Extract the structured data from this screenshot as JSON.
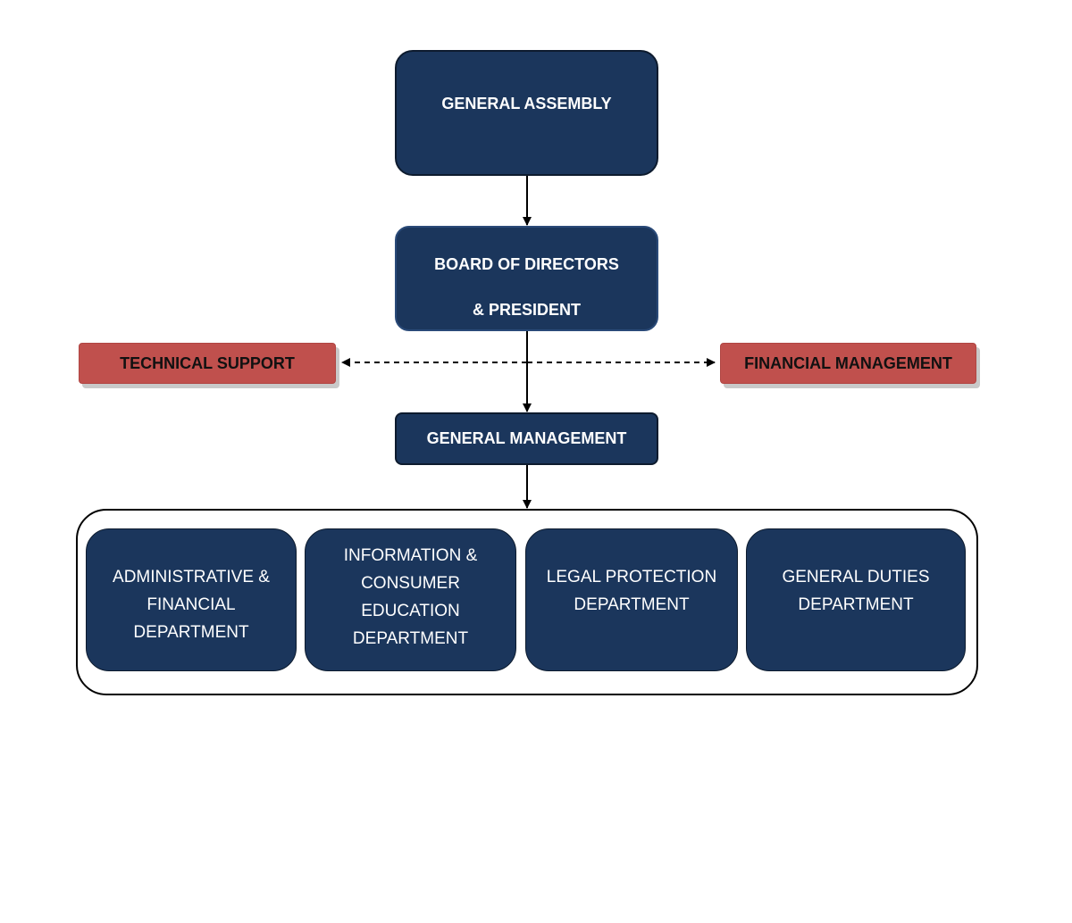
{
  "org_chart": {
    "general_assembly": {
      "label": "GENERAL ASSEMBLY"
    },
    "board": {
      "line1": "BOARD OF DIRECTORS",
      "line2": "& PRESIDENT"
    },
    "technical_support": {
      "label": "TECHNICAL SUPPORT"
    },
    "financial_management": {
      "label": "FINANCIAL MANAGEMENT"
    },
    "general_management": {
      "label": "GENERAL MANAGEMENT"
    },
    "departments": [
      {
        "lines": [
          "ADMINISTRATIVE &",
          "FINANCIAL",
          "DEPARTMENT"
        ]
      },
      {
        "lines": [
          "INFORMATION &",
          "CONSUMER",
          "EDUCATION",
          "DEPARTMENT"
        ]
      },
      {
        "lines": [
          "LEGAL PROTECTION",
          "DEPARTMENT"
        ]
      },
      {
        "lines": [
          "GENERAL DUTIES",
          "DEPARTMENT"
        ]
      }
    ]
  },
  "colors": {
    "navy_box": "#1b365c",
    "support_box": "#c0504d",
    "connector": "#000000"
  }
}
